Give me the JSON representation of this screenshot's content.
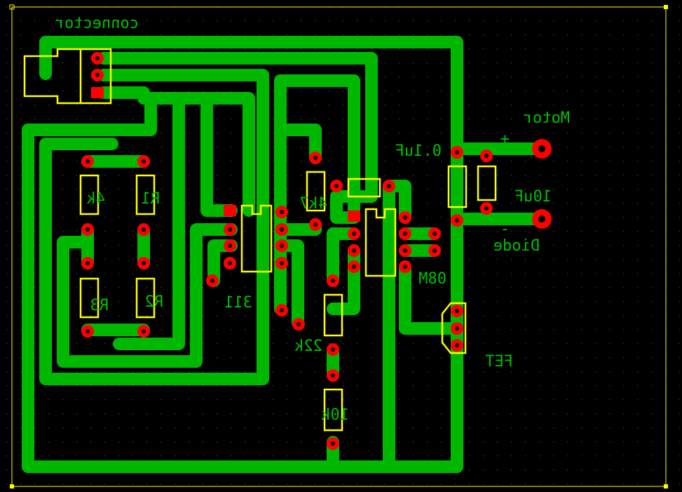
{
  "board": {
    "background": "#000000",
    "trace_color": "#00b800",
    "pad_color": "#ff0000",
    "silkscreen_color": "#ffff00",
    "text_color": "#00c000"
  },
  "labels": {
    "connector": "connector",
    "motor": "Motor",
    "plus": "+",
    "minus": "-",
    "cap_01uf": "0.1uF",
    "cap_10uf": "10uF",
    "diode": "Diode",
    "r4": "4k",
    "r1": "R1",
    "r3": "R3",
    "r2": "R2",
    "ic_311": "311",
    "r_4k7": "4k7",
    "r_22k": "22k",
    "r_10k": "10k",
    "ic_08m": "08M",
    "fet": "FET"
  }
}
